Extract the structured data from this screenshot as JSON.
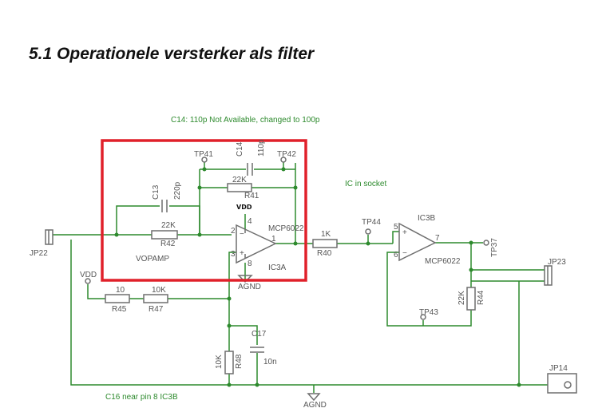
{
  "heading": "5.1 Operationele versterker als filter",
  "notes": {
    "c14": "C14: 110p Not Available, changed to 100p",
    "socket": "IC in socket",
    "c16": "C16 near pin 8 IC3B"
  },
  "labels": {
    "tp41": "TP41",
    "tp42": "TP42",
    "tp44": "TP44",
    "tp37": "TP37",
    "tp43": "TP43",
    "c14": "C14",
    "c14_val": "110p",
    "c13": "C13",
    "c13_val": "220p",
    "r41_val": "22K",
    "r41": "R41",
    "r42_val": "22K",
    "r42": "R42",
    "vdd_ic": "VDD",
    "mcp_a": "MCP6022",
    "ic3a": "IC3A",
    "vopamp": "VOPAMP",
    "agnd": "AGND",
    "r40_val": "1K",
    "r40": "R40",
    "ic3b": "IC3B",
    "mcp_b": "MCP6022",
    "jp22": "JP22",
    "jp23": "JP23",
    "jp14": "JP14",
    "vdd": "VDD",
    "r45_val": "10",
    "r45": "R45",
    "r47_val": "10K",
    "r47": "R47",
    "c17": "C17",
    "c17_val": "10n",
    "r48_val": "10K",
    "r48": "R48",
    "r44_val": "22K",
    "r44": "R44",
    "agnd_bottom": "AGND",
    "pin2": "2",
    "pin3": "3",
    "pin1": "1",
    "pin4": "4",
    "pin8": "8",
    "pin6": "6",
    "pin5": "5",
    "pin7": "7",
    "plus": "+",
    "minus": "−"
  },
  "colors": {
    "wire": "#2d8a2d",
    "component": "#6e6e6e",
    "highlight": "#e0202a",
    "text": "#555555"
  }
}
